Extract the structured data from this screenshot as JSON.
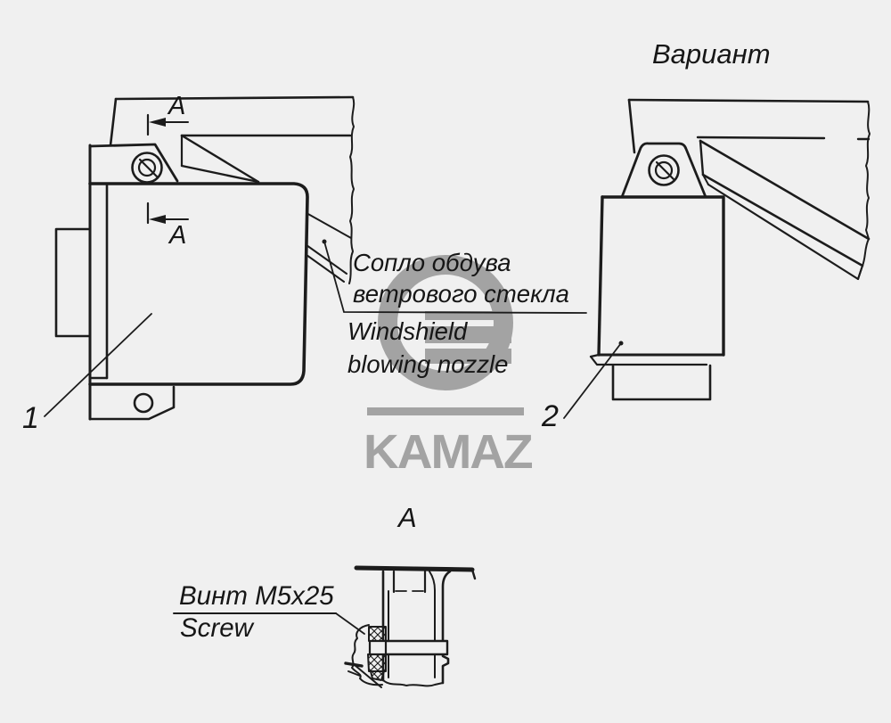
{
  "page": {
    "background": "#f0f0f0",
    "line_color": "#1c1c1c",
    "watermark_color": "#a3a3a3"
  },
  "watermark": {
    "brand": "KAMAZ"
  },
  "labels": {
    "variant": "Вариант",
    "nozzle_ru_line1": "Сопло обдува",
    "nozzle_ru_line2": "ветрового стекла",
    "nozzle_en_line1": "Windshield",
    "nozzle_en_line2": "blowing nozzle",
    "part_1": "1",
    "part_2": "2",
    "section_marker": "А",
    "section_view_title": "А",
    "screw_ru": "Винт М5х25",
    "screw_en": "Screw"
  }
}
